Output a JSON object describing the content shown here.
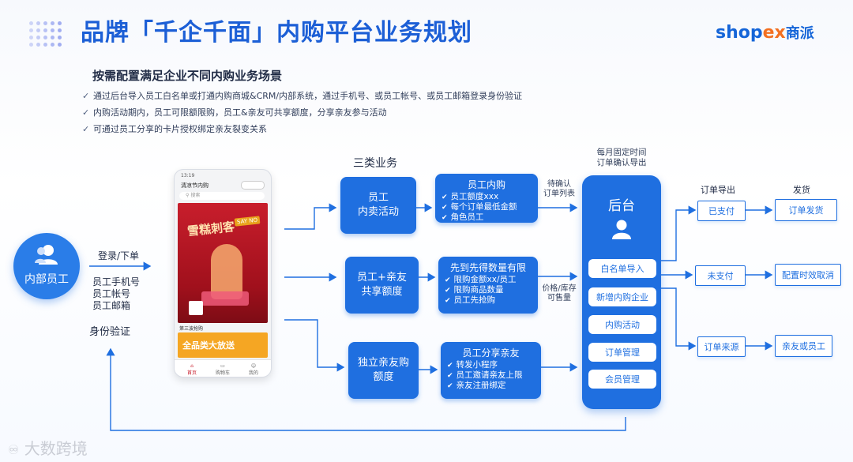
{
  "header": {
    "title": "品牌「千企千面」内购平台业务规划",
    "logo_shop": "shop",
    "logo_x": "ex",
    "logo_cn": "商派"
  },
  "subtitle": "按需配置满足企业不同内购业务场景",
  "bullets": [
    "通过后台导入员工白名单或打通内购商城&CRM/内部系统，通过手机号、或员工帐号、或员工邮箱登录身份验证",
    "内购活动期内，员工可限额限购，员工&亲友可共享额度，分享亲友参与活动",
    "可通过员工分享的卡片授权绑定亲友裂变关系"
  ],
  "left": {
    "staff_label": "内部员工",
    "login_label": "登录/下单",
    "login_methods": [
      "员工手机号",
      "员工帐号",
      "员工邮箱"
    ],
    "verify_label": "身份验证"
  },
  "phone": {
    "status_time": "13:19",
    "app_title": "清凉节内购",
    "search_hint": "搜索",
    "banner_text": "雪糕刺客",
    "banner_tag": "SAY NO",
    "section_label": "第三波抢购",
    "promo_text": "全品类大放送",
    "tabs": [
      "首页",
      "购物车",
      "我的"
    ]
  },
  "business": {
    "heading": "三类业务",
    "types": [
      {
        "box": "员工\n内卖活动",
        "detail_title": "员工内购",
        "items": [
          "员工额度xxx",
          "每个订单最低金额",
          "角色员工"
        ]
      },
      {
        "box": "员工+亲友\n共享额度",
        "detail_title": "先到先得数量有限",
        "items": [
          "限购金额xx/员工",
          "限购商品数量",
          "员工先抢购"
        ]
      },
      {
        "box": "独立亲友购\n额度",
        "detail_title": "员工分享亲友",
        "items": [
          "转发小程序",
          "员工邀请亲友上限",
          "亲友注册绑定"
        ]
      }
    ],
    "arrow_label_1": "待确认\n订单列表",
    "arrow_label_2": "价格/库存\n可售量"
  },
  "backend": {
    "top_note": "每月固定时间\n订单确认导出",
    "title": "后台",
    "items": [
      "白名单导入",
      "新增内购企业",
      "内购活动",
      "订单管理",
      "会员管理"
    ]
  },
  "right": {
    "col1_head": "订单导出",
    "col2_head": "发货",
    "rows": [
      {
        "status": "已支付",
        "action": "订单发货"
      },
      {
        "status": "未支付",
        "action": "配置时效取消"
      },
      {
        "status": "订单来源",
        "action": "亲友或员工"
      }
    ]
  },
  "watermark": "大数跨境",
  "colors": {
    "brand": "#1f6fe0",
    "title": "#1c5fd6",
    "accent": "#f37021"
  }
}
